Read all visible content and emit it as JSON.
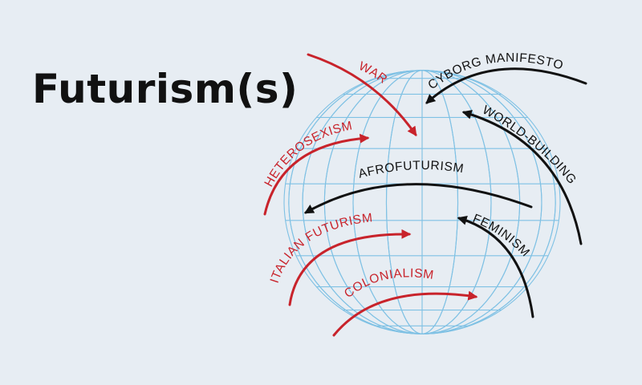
{
  "title": "Futurism(s)",
  "colors": {
    "background": "#e7edf3",
    "globe": "#7fc1e4",
    "oppressive": "#c8232b",
    "liberatory": "#111111"
  },
  "labels": {
    "war": "WAR",
    "cyborg_manifesto": "CYBORG MANIFESTO",
    "heterosexism": "HETEROSEXISM",
    "world_building": "WORLD-BUILDING",
    "afrofuturism": "AFROFUTURISM",
    "italian_futurism": "ITALIAN FUTURISM",
    "feminism": "FEMINISM",
    "colonialism": "COLONIALISM"
  }
}
